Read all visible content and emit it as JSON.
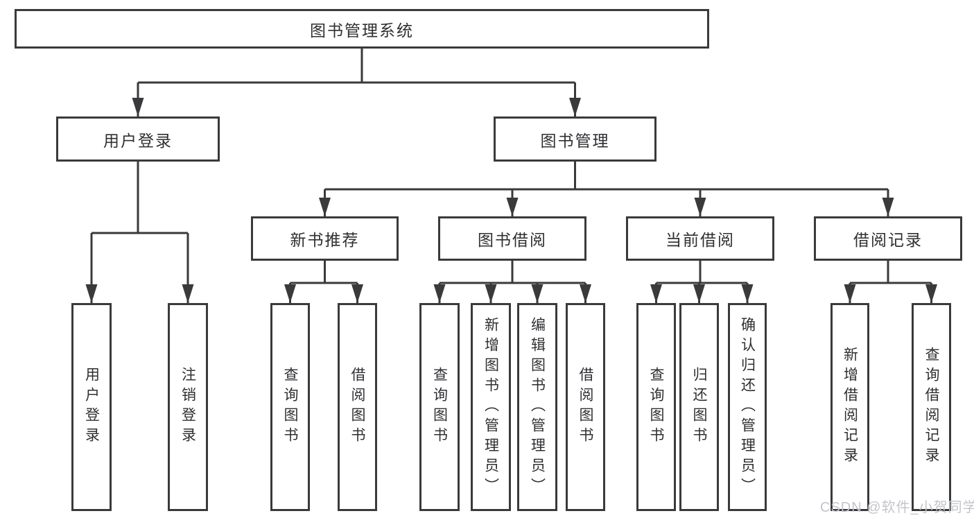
{
  "tree": {
    "label": "图书管理系统",
    "children": [
      {
        "label": "用户登录",
        "children": [
          {
            "label": "用户登录"
          },
          {
            "label": "注销登录"
          }
        ]
      },
      {
        "label": "图书管理",
        "children": [
          {
            "label": "新书推荐",
            "children": [
              {
                "label": "查询图书"
              },
              {
                "label": "借阅图书"
              }
            ]
          },
          {
            "label": "图书借阅",
            "children": [
              {
                "label": "查询图书"
              },
              {
                "label": "新增图书（管理员）"
              },
              {
                "label": "编辑图书（管理员）"
              },
              {
                "label": "借阅图书"
              }
            ]
          },
          {
            "label": "当前借阅",
            "children": [
              {
                "label": "查询图书"
              },
              {
                "label": "归还图书"
              },
              {
                "label": "确认归还（管理员）"
              }
            ]
          },
          {
            "label": "借阅记录",
            "children": [
              {
                "label": "新增借阅记录"
              },
              {
                "label": "查询借阅记录"
              }
            ]
          }
        ]
      }
    ]
  },
  "watermark": {
    "text": "CSDN @软件_小贺同学"
  },
  "colors": {
    "line": "#3a3a3c",
    "box_border": "#3a3a3c",
    "box_fill": "#ffffff",
    "text": "#2f2f33",
    "watermark": "#c3c5ca",
    "background": "#ffffff"
  }
}
